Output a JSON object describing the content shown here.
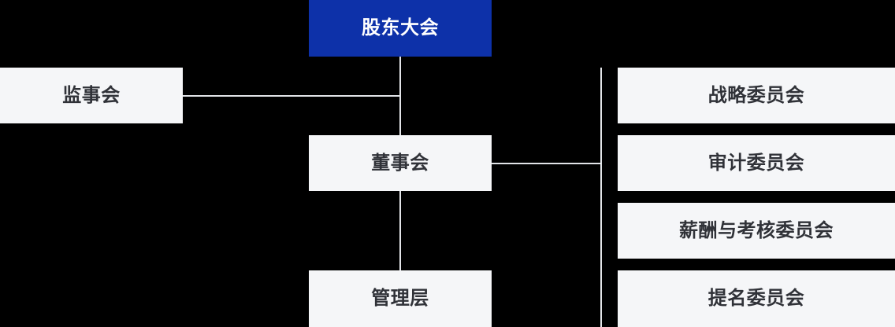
{
  "diagram": {
    "type": "org-chart",
    "nodes": {
      "shareholders_meeting": {
        "label": "股东大会",
        "role": "root"
      },
      "supervisory_board": {
        "label": "监事会"
      },
      "board_of_directors": {
        "label": "董事会"
      },
      "management": {
        "label": "管理层"
      },
      "strategy_committee": {
        "label": "战略委员会"
      },
      "audit_committee": {
        "label": "审计委员会"
      },
      "remuneration_committee": {
        "label": "薪酬与考核委员会"
      },
      "nomination_committee": {
        "label": "提名委员会"
      }
    },
    "edges": [
      {
        "from": "shareholders_meeting",
        "to": "supervisory_board"
      },
      {
        "from": "shareholders_meeting",
        "to": "board_of_directors"
      },
      {
        "from": "board_of_directors",
        "to": "management"
      },
      {
        "from": "board_of_directors",
        "to": "strategy_committee"
      },
      {
        "from": "board_of_directors",
        "to": "audit_committee"
      },
      {
        "from": "board_of_directors",
        "to": "remuneration_committee"
      },
      {
        "from": "board_of_directors",
        "to": "nomination_committee"
      }
    ],
    "colors": {
      "background": "#000000",
      "root_node_bg": "#0D31A9",
      "root_node_text": "#FFFFFF",
      "node_bg": "#F5F6F8",
      "node_text": "#303238",
      "connector": "#E2E4E8"
    }
  }
}
